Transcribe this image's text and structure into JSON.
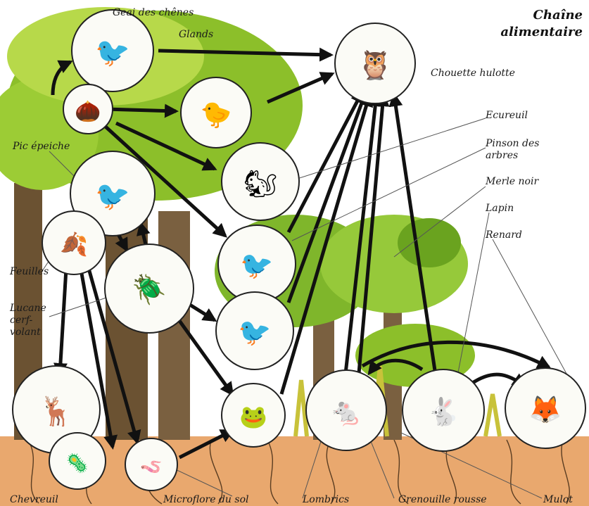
{
  "title": [
    "Chaîne",
    "alimentaire"
  ],
  "labels": {
    "geai": "Geai des chênes",
    "glands": "Glands",
    "chouette": "Chouette hulotte",
    "ecureuil": "Ecureuil",
    "pinson": [
      "Pinson des",
      "arbres"
    ],
    "merle": "Merle noir",
    "lapin": "Lapin",
    "renard": "Renard",
    "pic": "Pic épeiche",
    "feuilles": "Feuilles",
    "lucane": [
      "Lucane",
      "cerf-",
      "volant"
    ],
    "chevreuil": "Chevreuil",
    "microflore": "Microflore du sol",
    "lombrics": "Lombrics",
    "grenouille": "Grenouille rousse",
    "mulot": "Mulot"
  },
  "icons": {
    "geai": "jay-icon",
    "glands": "acorn-icon",
    "pinson": "chaffinch-icon",
    "ecureuil": "squirrel-icon",
    "pic": "woodpecker-icon",
    "feuilles": "leaf-icon",
    "lucane": "stag-beetle-icon",
    "merle": "blackbird-icon",
    "rouge-gorge": "robin-icon",
    "chevreuil": "deer-icon",
    "microflore": "microflora-icon",
    "lombrics": "earthworm-icon",
    "grenouille": "frog-icon",
    "mulot": "mouse-icon",
    "lapin": "rabbit-icon",
    "renard": "fox-icon",
    "chouette": "owl-icon"
  },
  "colors": {
    "foliage": "#8cbf2a",
    "trunk": "#6b5232",
    "soil": "#e9a86e",
    "arrow": "#111111"
  }
}
